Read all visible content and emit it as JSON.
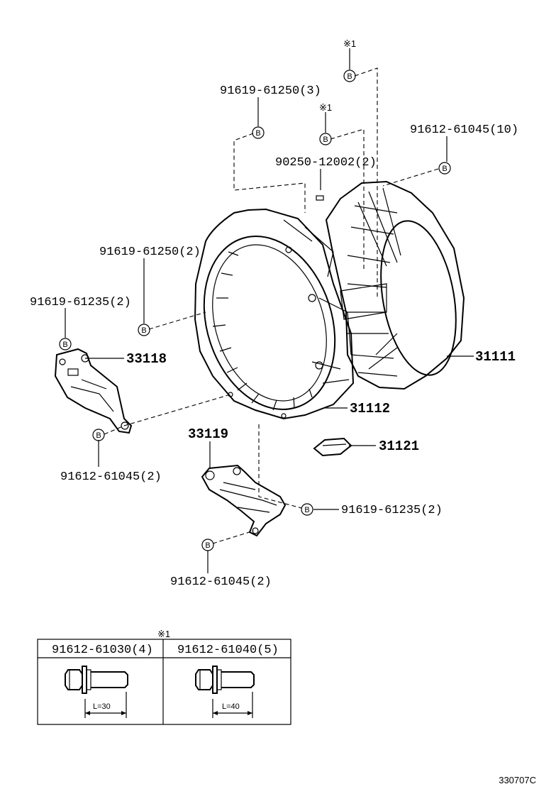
{
  "labels": {
    "top_mark": "※1",
    "p_91619_61250_3": "91619-61250(3)",
    "mark_b": "※1",
    "p_91612_61045_10": "91612-61045(10)",
    "p_90250_12002_2": "90250-12002(2)",
    "p_91619_61250_2": "91619-61250(2)",
    "p_91619_61235_2_left": "91619-61235(2)",
    "p_33118": "33118",
    "p_31111": "31111",
    "p_31112": "31112",
    "p_33119": "33119",
    "p_31121": "31121",
    "p_91612_61045_2_left": "91612-61045(2)",
    "p_91619_61235_2_right": "91619-61235(2)",
    "p_91612_61045_2_bottom": "91612-61045(2)"
  },
  "bolt_marker": "B",
  "table": {
    "note_mark": "※1",
    "col1_header": "91612-61030(4)",
    "col2_header": "91612-61040(5)",
    "col1_length": "L=30",
    "col2_length": "L=40"
  },
  "diagram_ref": "330707C"
}
